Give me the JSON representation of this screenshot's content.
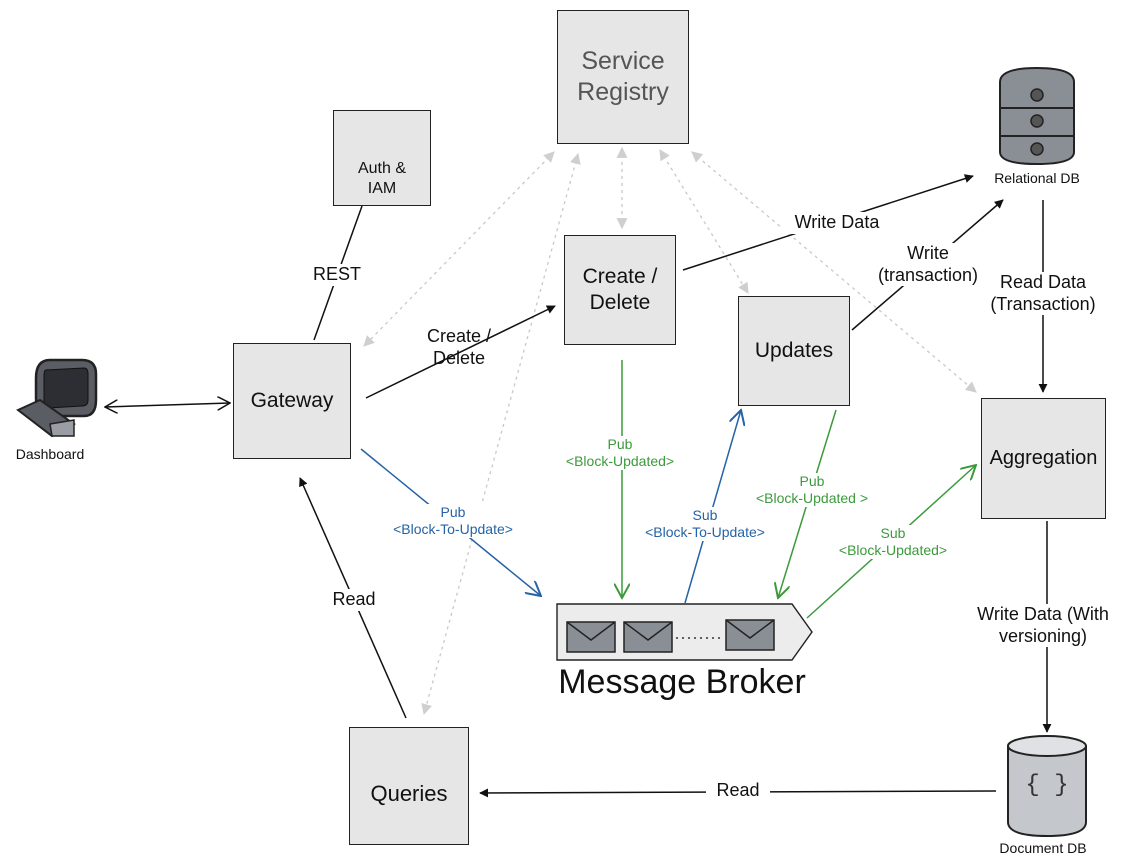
{
  "nodes": {
    "service_registry": "Service\nRegistry",
    "auth_iam": "Auth &\nIAM",
    "gateway": "Gateway",
    "create_delete": "Create /\nDelete",
    "updates": "Updates",
    "aggregation": "Aggregation",
    "queries": "Queries",
    "dashboard": "Dashboard",
    "relational_db": "Relational DB",
    "document_db": "Document DB",
    "document_db_glyph": "{ }",
    "message_broker": "Message Broker"
  },
  "edges": {
    "rest": "REST",
    "create_delete": "Create /\nDelete",
    "write_data": "Write Data",
    "write_transaction": "Write\n(transaction)",
    "read_data_transaction": "Read Data\n(Transaction)",
    "pub_block_updated_1": "Pub\n<Block-Updated>",
    "pub_block_to_update": "Pub\n<Block-To-Update>",
    "sub_block_to_update": "Sub\n<Block-To-Update>",
    "pub_block_updated_2": "Pub\n<Block-Updated >",
    "sub_block_updated": "Sub\n<Block-Updated>",
    "write_data_versioning": "Write Data (With\nversioning)",
    "read_gateway": "Read",
    "read_queries": "Read"
  },
  "colors": {
    "black": "#111111",
    "blue": "#2563a6",
    "green": "#3c9a3c",
    "dotted": "#c8c8c8",
    "box_fill": "#e6e6e6"
  },
  "icons": [
    "computer-icon",
    "lock-icon",
    "database-icon",
    "envelope-icon",
    "document-db-icon"
  ]
}
